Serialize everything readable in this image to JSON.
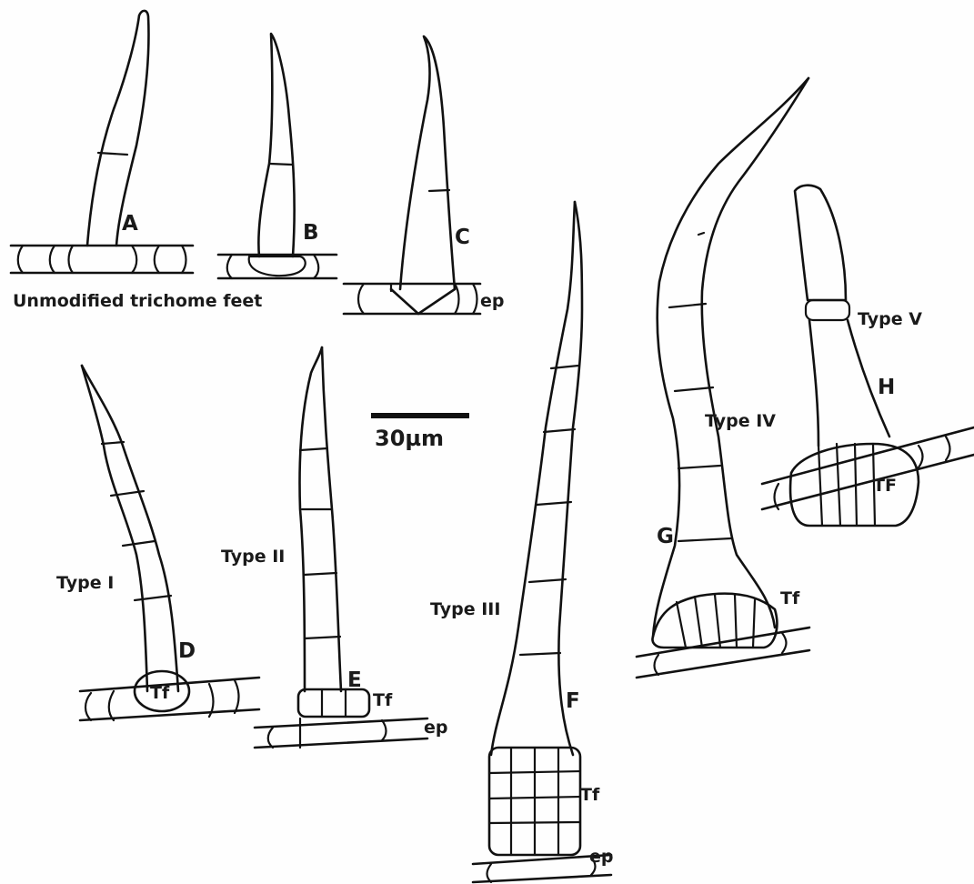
{
  "labels": {
    "A": "A",
    "B": "B",
    "C": "C",
    "D": "D",
    "E": "E",
    "F": "F",
    "G": "G",
    "H": "H",
    "unmodified": "Unmodified trichome feet",
    "ep1": "ep",
    "ep2": "ep",
    "ep3": "ep",
    "type1": "Type I",
    "type2": "Type II",
    "type3": "Type III",
    "type4": "Type IV",
    "type5": "Type V",
    "tf_d": "Tf",
    "tf_e": "Tf",
    "tf_f": "Tf",
    "tf_g": "Tf",
    "tf_h": "TF"
  },
  "scale_bar": {
    "label": "30µm"
  },
  "colors": {
    "ink": "#111111",
    "background": "#fefefe"
  }
}
